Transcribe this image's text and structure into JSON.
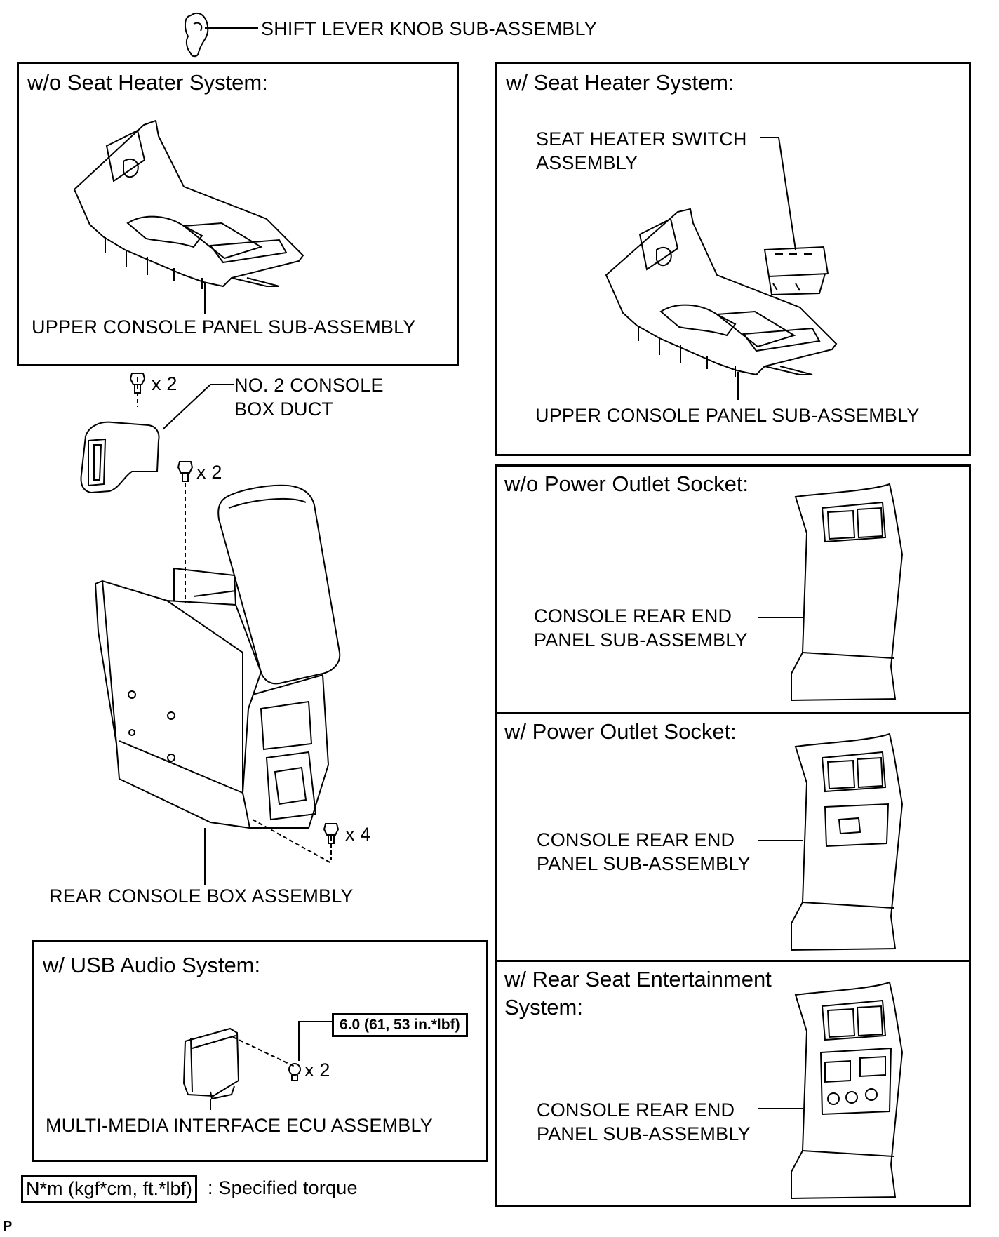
{
  "title_label": "SHIFT LEVER KNOB SUB-ASSEMBLY",
  "panels": {
    "wo_seat_heater": {
      "heading": "w/o Seat Heater System:",
      "label": "UPPER CONSOLE PANEL SUB-ASSEMBLY"
    },
    "w_seat_heater": {
      "heading": "w/ Seat Heater System:",
      "switch_label_1": "SEAT HEATER SWITCH",
      "switch_label_2": "ASSEMBLY",
      "label": "UPPER CONSOLE PANEL SUB-ASSEMBLY"
    },
    "wo_power_outlet": {
      "heading": "w/o Power Outlet Socket:",
      "label_1": "CONSOLE REAR END",
      "label_2": "PANEL SUB-ASSEMBLY"
    },
    "w_power_outlet": {
      "heading": "w/ Power Outlet Socket:",
      "label_1": "CONSOLE REAR END",
      "label_2": "PANEL SUB-ASSEMBLY"
    },
    "w_rse": {
      "heading_1": "w/ Rear Seat Entertainment",
      "heading_2": "System:",
      "label_1": "CONSOLE REAR END",
      "label_2": "PANEL SUB-ASSEMBLY"
    },
    "w_usb": {
      "heading": "w/ USB Audio System:",
      "torque": "6.0 (61, 53 in.*lbf)",
      "qty": "x 2",
      "label": "MULTI-MEDIA INTERFACE ECU ASSEMBLY"
    }
  },
  "duct": {
    "qty": "x 2",
    "label_1": "NO. 2 CONSOLE",
    "label_2": "BOX DUCT"
  },
  "console_box": {
    "qty_top": "x 2",
    "qty_bottom": "x 4",
    "label": "REAR CONSOLE BOX ASSEMBLY"
  },
  "legend": {
    "unit": "N*m (kgf*cm, ft.*lbf)",
    "text": ": Specified torque"
  },
  "corner_mark": "P"
}
